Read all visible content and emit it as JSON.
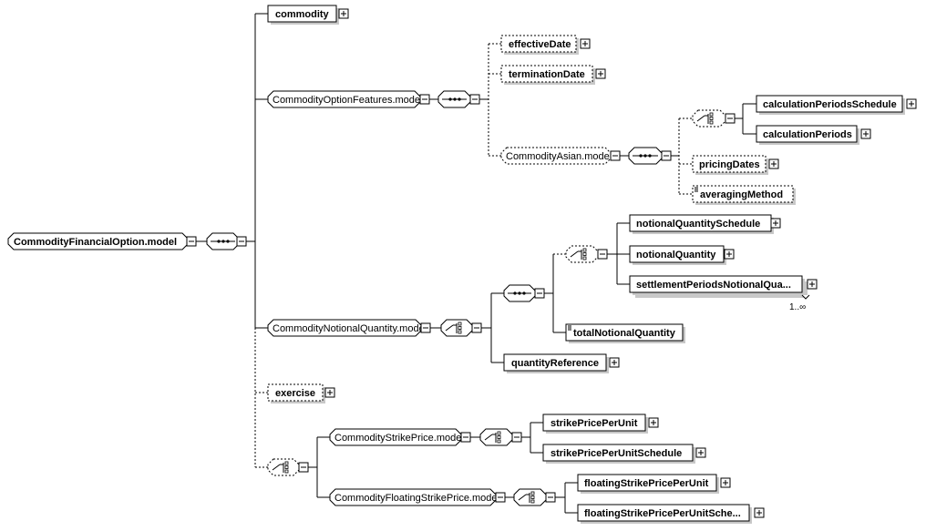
{
  "root": {
    "label": "CommodityFinancialOption.model"
  },
  "nodes": {
    "commodity": "commodity",
    "option_features": "CommodityOptionFeatures.model",
    "effective_date": "effectiveDate",
    "termination_date": "terminationDate",
    "asian": "CommodityAsian.model",
    "calc_periods_schedule": "calculationPeriodsSchedule",
    "calc_periods": "calculationPeriods",
    "pricing_dates": "pricingDates",
    "averaging_method": "averagingMethod",
    "notional_quantity_model": "CommodityNotionalQuantity.model",
    "notional_quantity_schedule": "notionalQuantitySchedule",
    "notional_quantity": "notionalQuantity",
    "settlement_periods_notional": "settlementPeriodsNotionalQua...",
    "settlement_occurs": "1..∞",
    "total_notional_quantity": "totalNotionalQuantity",
    "quantity_reference": "quantityReference",
    "exercise": "exercise",
    "strike_price_model": "CommodityStrikePrice.model",
    "strike_price_per_unit": "strikePricePerUnit",
    "strike_price_per_unit_schedule": "strikePricePerUnitSchedule",
    "floating_strike_price_model": "CommodityFloatingStrikePrice.model",
    "floating_strike_price_per_unit": "floatingStrikePricePerUnit",
    "floating_strike_price_per_unit_sche": "floatingStrikePricePerUnitSche..."
  }
}
